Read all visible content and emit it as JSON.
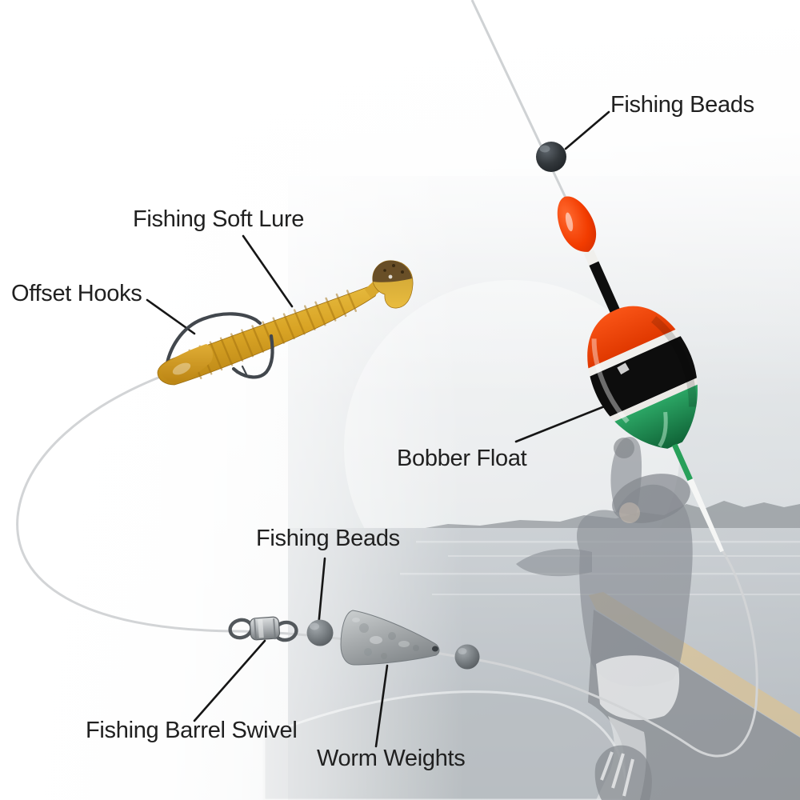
{
  "page": {
    "type": "product-diagram",
    "subject": "Fishing tackle rig with labeled components on faded photo of angler in boat"
  },
  "labels": {
    "fishing_beads_top": "Fishing Beads",
    "fishing_soft_lure": "Fishing Soft Lure",
    "offset_hooks": "Offset Hooks",
    "bobber_float": "Bobber Float",
    "fishing_beads_bottom": "Fishing Beads",
    "fishing_barrel_swivel": "Fishing Barrel Swivel",
    "worm_weights": "Worm Weights"
  },
  "components": [
    {
      "name": "fishing-bead-top",
      "color": "#33383c"
    },
    {
      "name": "bobber-float",
      "colors": [
        "#f04a00",
        "#0d0d0d",
        "#1e8048",
        "#f0efec"
      ]
    },
    {
      "name": "soft-lure",
      "color": "#d9a425"
    },
    {
      "name": "offset-hook",
      "color": "#42474d"
    },
    {
      "name": "barrel-swivel",
      "color": "#9aa0a4"
    },
    {
      "name": "fishing-bead-left",
      "color": "#7c8186"
    },
    {
      "name": "fishing-bead-right",
      "color": "#7c8186"
    },
    {
      "name": "worm-weight",
      "color": "#a7abad"
    }
  ],
  "colors": {
    "label_text": "#202020",
    "leader_line": "#161616",
    "fishing_line": "#cfd2d4",
    "background": "#f4f5f6"
  }
}
